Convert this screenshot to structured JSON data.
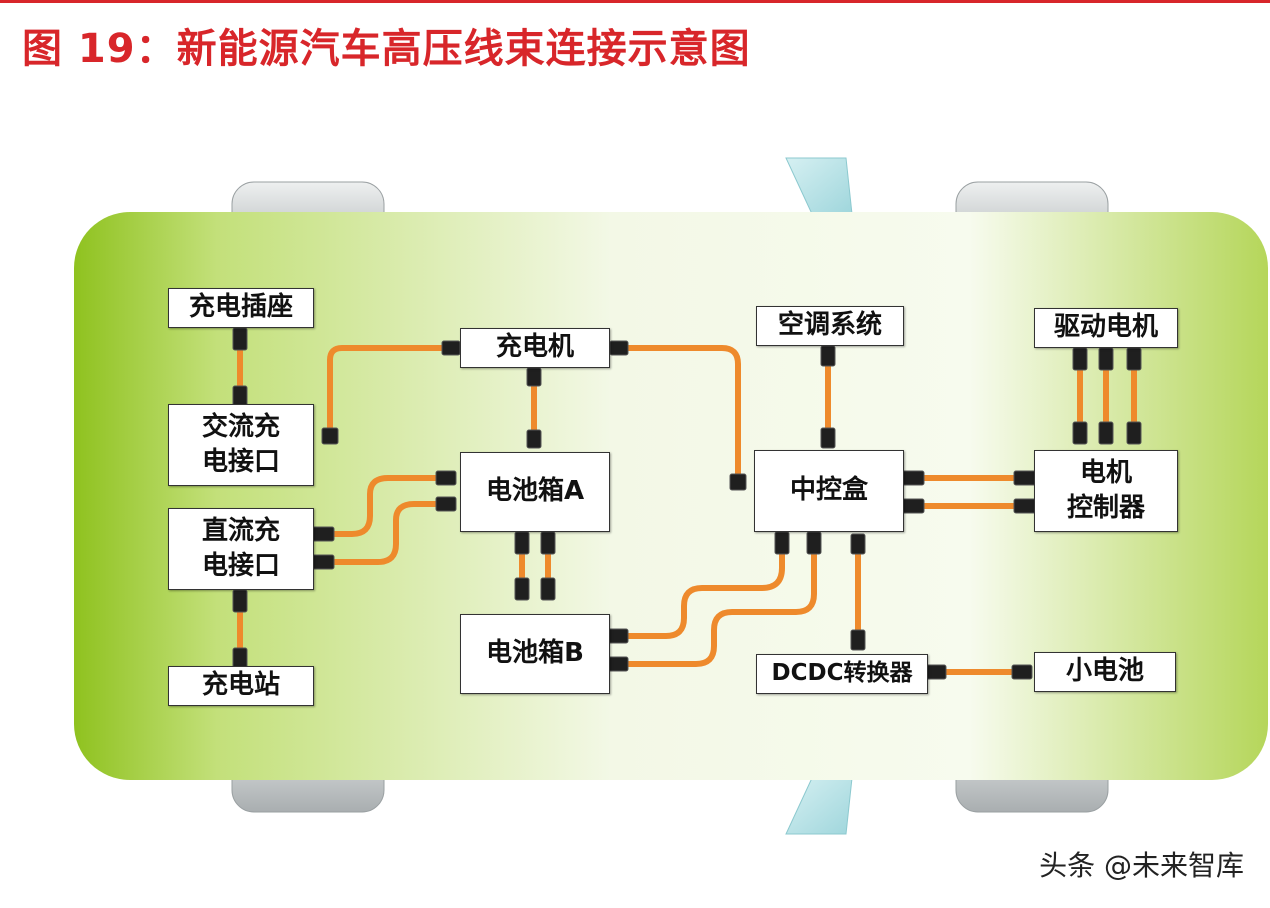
{
  "title": "图 19：新能源汽车高压线束连接示意图",
  "watermark": "头条 @未来智库",
  "colors": {
    "title": "#d8262a",
    "cable": "#ee8a2c",
    "car_body": "#a5cf3c",
    "wheel": "#cfd3d4"
  },
  "components": {
    "charge_socket": "充电插座",
    "ac_charge_port": [
      "交流充",
      "电接口"
    ],
    "dc_charge_port": [
      "直流充",
      "电接口"
    ],
    "charging_station": "充电站",
    "charger": "充电机",
    "battery_a": "电池箱A",
    "battery_b": "电池箱B",
    "ac_system": "空调系统",
    "central_box": "中控盒",
    "dcdc": "DCDC转换器",
    "drive_motor": "驱动电机",
    "motor_controller": [
      "电机",
      "控制器"
    ],
    "small_battery": "小电池"
  }
}
